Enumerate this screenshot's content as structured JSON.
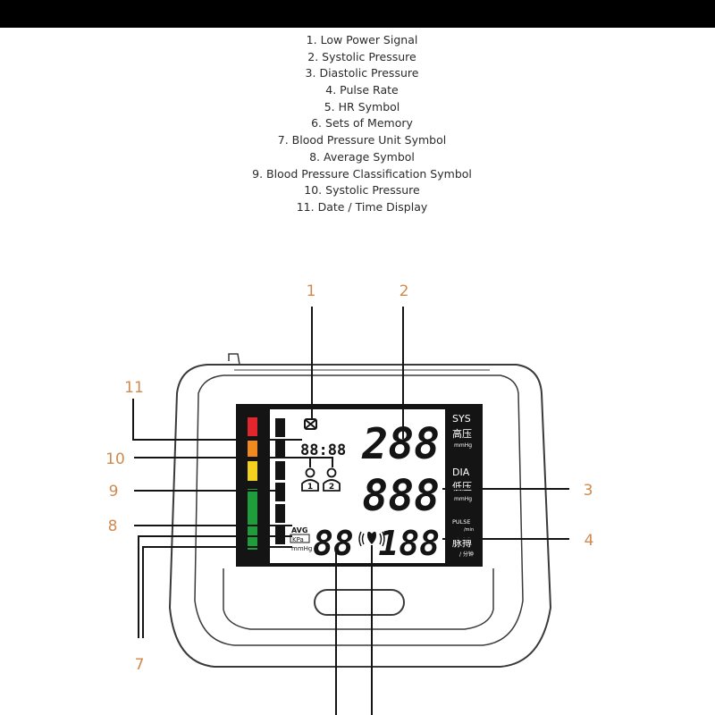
{
  "legend": [
    "1. Low Power Signal",
    "2. Systolic Pressure",
    "3. Diastolic Pressure",
    "4. Pulse Rate",
    "5. HR Symbol",
    "6. Sets of Memory",
    "7. Blood Pressure Unit Symbol",
    "8. Average Symbol",
    "9. Blood Pressure Classification Symbol",
    "10. Systolic Pressure",
    "11. Date / Time Display"
  ],
  "callouts": {
    "n1": "1",
    "n2": "2",
    "n3": "3",
    "n4": "4",
    "n7": "7",
    "n8": "8",
    "n9": "9",
    "n10": "10",
    "n11": "11"
  },
  "display": {
    "sys_label": "SYS",
    "sys_cn": "高压",
    "sys_unit": "mmHg",
    "dia_label": "DIA",
    "dia_cn": "低压",
    "dia_unit": "mmHg",
    "pulse_label": "PULSE",
    "pulse_sub": "/min",
    "pulse_cn": "脉搏",
    "pulse_unit_cn": "/ 分钟",
    "sys_digits": "288",
    "dia_digits": "888",
    "memory_digits": "88",
    "pulse_digits": "188",
    "datetime_digits": "88:88",
    "avg_label": "AVG",
    "kpa_label": "KPa",
    "mmhg_label": "mmHg",
    "user1": "1",
    "user2": "2"
  },
  "colors": {
    "callout": "#d08a4e",
    "lcd_bezel": "#141414",
    "lcd_screen": "#ffffff",
    "class_red": "#e3262d",
    "class_orange": "#f08a1e",
    "class_yellow": "#f2d21f",
    "class_green": "#1f9d3d"
  }
}
